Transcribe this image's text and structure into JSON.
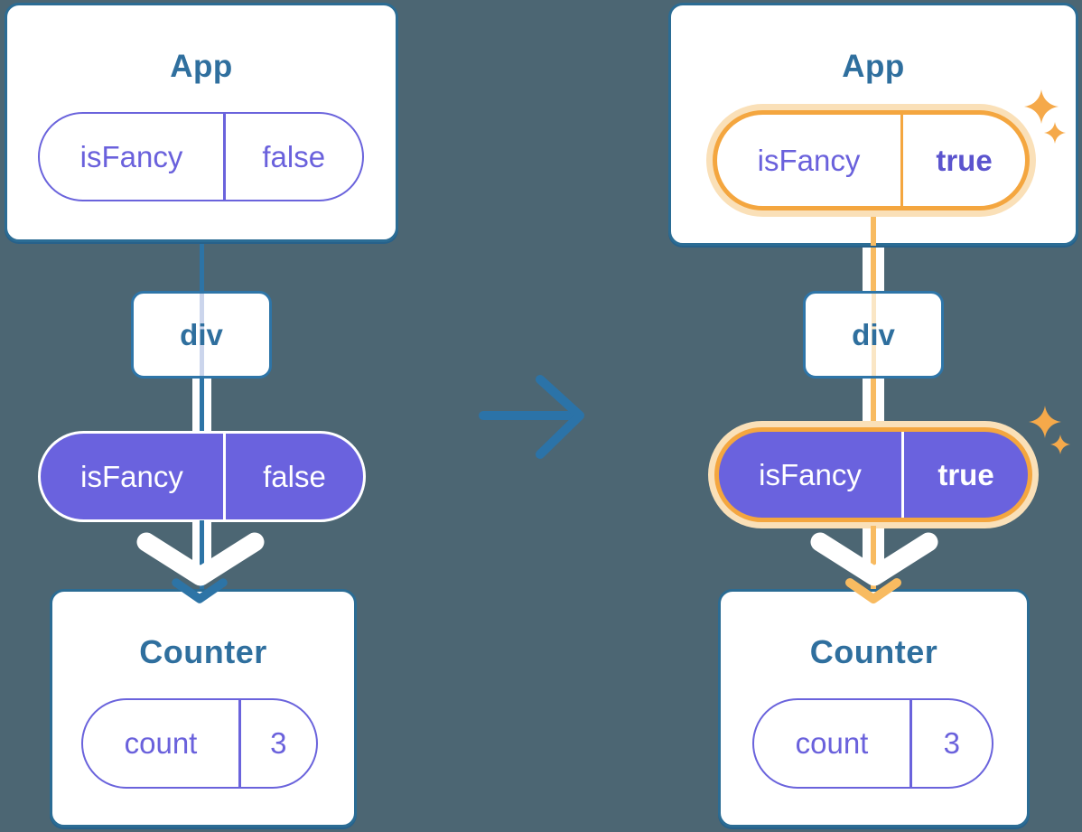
{
  "canvas": {
    "background": "#4C6673"
  },
  "before": {
    "app": {
      "title": "App",
      "prop": {
        "name": "isFancy",
        "value": "false"
      }
    },
    "div_node": {
      "label": "div"
    },
    "passed_prop": {
      "name": "isFancy",
      "value": "false"
    },
    "counter": {
      "title": "Counter",
      "state": {
        "name": "count",
        "value": "3"
      }
    }
  },
  "after": {
    "app": {
      "title": "App",
      "prop": {
        "name": "isFancy",
        "value": "true"
      }
    },
    "div_node": {
      "label": "div"
    },
    "passed_prop": {
      "name": "isFancy",
      "value": "true"
    },
    "counter": {
      "title": "Counter",
      "state": {
        "name": "count",
        "value": "3"
      }
    }
  },
  "icons": {
    "transition_arrow": "right-arrow",
    "highlight_sparkles": "sparkle"
  },
  "colors": {
    "background": "#4C6673",
    "card_border": "#2B6C94",
    "heading_text": "#2F6F9E",
    "purple_fill": "#6A62DE",
    "purple_text": "#6A61DC",
    "purple_bold_text": "#5B54CE",
    "teal_line": "#2D74A6",
    "orange_border": "#F4A63F",
    "orange_glow": "#FAE0B8",
    "orange_line": "#F8BB61",
    "sparkle": "#F5A94A",
    "lavender_line": "#CBD5EC",
    "cream_line": "#FAE6C5"
  }
}
